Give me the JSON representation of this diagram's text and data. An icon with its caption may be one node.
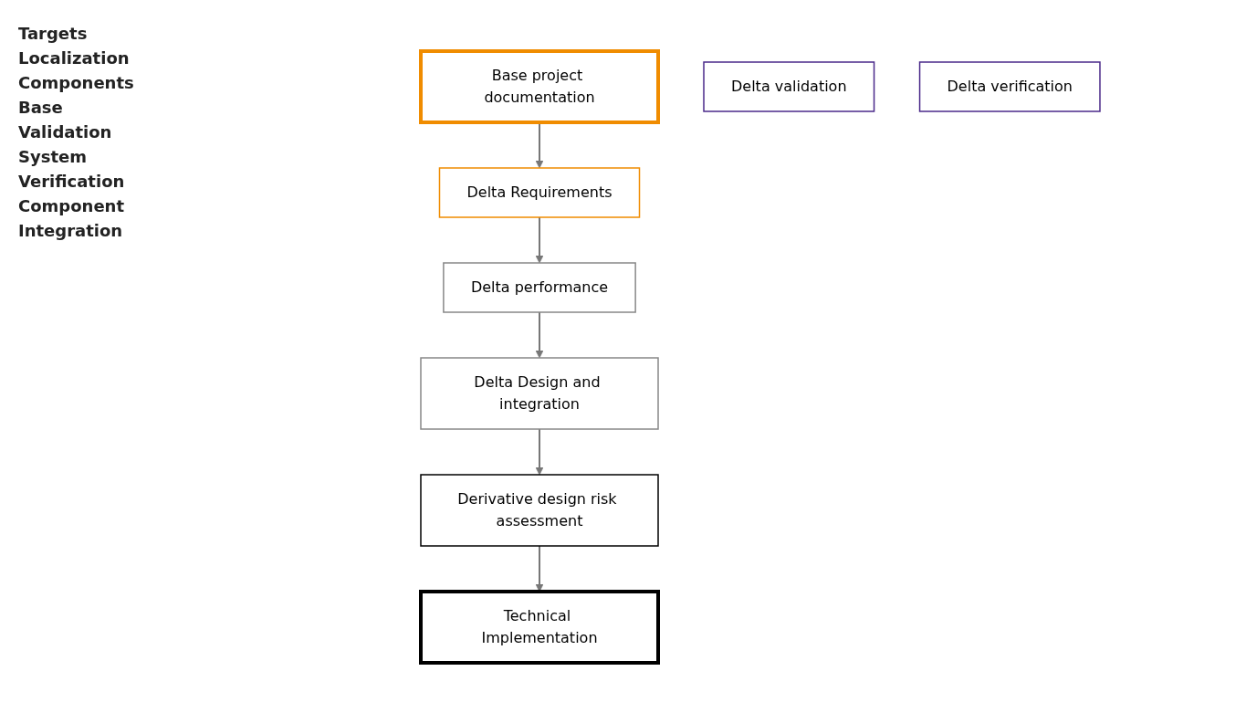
{
  "diagram": {
    "nodes": [
      {
        "text": [
          "Base project documentation"
        ]
      },
      {
        "text": [
          "Delta Requirements"
        ]
      },
      {
        "text": [
          "Delta performance"
        ]
      },
      {
        "text": [
          "Delta Design and integration"
        ]
      },
      {
        "text": [
          "Derivative design risk assessment"
        ]
      },
      {
        "text": [
          "Technical Implementation"
        ]
      },
      {
        "text": [
          "Delta validation"
        ]
      },
      {
        "text": [
          "Delta verification"
        ]
      }
    ],
    "edges": [
      {
        "from": 0,
        "to": 1,
        "arrow": "to"
      },
      {
        "from": 1,
        "to": 2,
        "arrow": "to"
      },
      {
        "from": 2,
        "to": 3,
        "arrow": "to"
      },
      {
        "from": 3,
        "to": 4,
        "arrow": "to"
      },
      {
        "from": 4,
        "to": 5,
        "arrow": "to"
      }
    ],
    "labels": [
      "Targets",
      "Localization",
      "Components",
      "Base",
      "Validation",
      "System",
      "Verification",
      "Component",
      "Integration"
    ]
  }
}
